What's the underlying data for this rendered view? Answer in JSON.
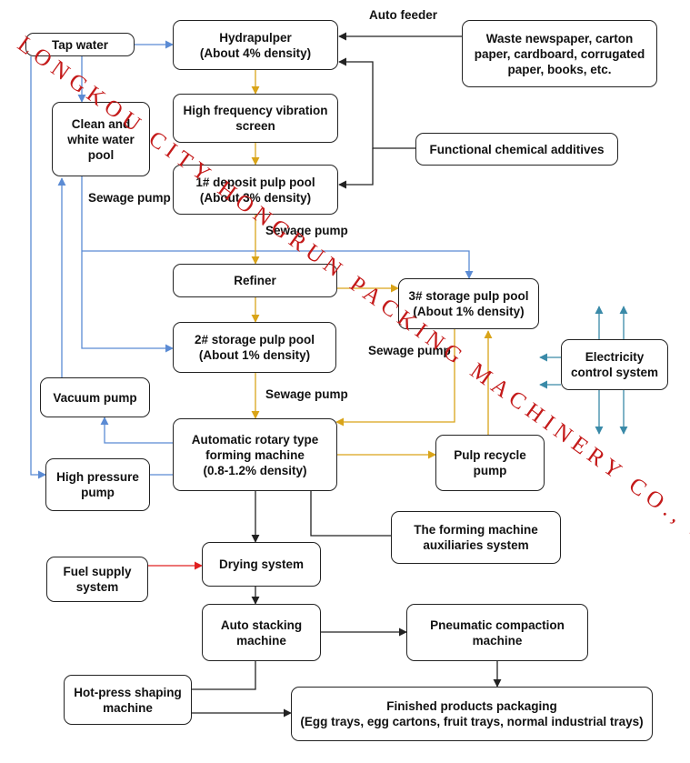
{
  "colors": {
    "blue": "#5b8bd4",
    "gold": "#d9a419",
    "black": "#222222",
    "red": "#e02020",
    "teal": "#3a8aa8",
    "watermark": "#c41a1a"
  },
  "watermark": "LONGKOU CITY HONGRUN PACKING MACHINERY CO., LTD.",
  "nodes": {
    "tap_water": [
      "Tap water"
    ],
    "hydrapulper": [
      "Hydrapulper",
      "(About 4% density)"
    ],
    "waste_paper": [
      "Waste newspaper, carton",
      "paper, cardboard, corrugated",
      "paper, books, etc."
    ],
    "clean_pool": [
      "Clean and",
      "white water",
      "pool"
    ],
    "hf_screen": [
      "High frequency vibration",
      "screen"
    ],
    "chem_additives": [
      "Functional chemical additives"
    ],
    "deposit_pool": [
      "1# deposit pulp pool",
      "(About 3% density)"
    ],
    "refiner": [
      "Refiner"
    ],
    "storage3": [
      "3# storage pulp pool",
      "(About 1% density)"
    ],
    "storage2": [
      "2# storage pulp pool",
      "(About 1% density)"
    ],
    "electricity": [
      "Electricity",
      "control system"
    ],
    "vacuum_pump": [
      "Vacuum pump"
    ],
    "forming_machine": [
      "Automatic rotary type",
      "forming machine",
      "(0.8-1.2% density)"
    ],
    "pulp_recycle": [
      "Pulp recycle",
      "pump"
    ],
    "high_pressure": [
      "High pressure",
      "pump"
    ],
    "auxiliaries": [
      "The forming machine",
      "auxiliaries system"
    ],
    "fuel_supply": [
      "Fuel supply",
      "system"
    ],
    "drying": [
      "Drying system"
    ],
    "auto_stacking": [
      "Auto stacking",
      "machine"
    ],
    "pneumatic": [
      "Pneumatic compaction",
      "machine"
    ],
    "hot_press": [
      "Hot-press shaping",
      "machine"
    ],
    "finished": [
      "Finished products packaging",
      "(Egg trays, egg cartons, fruit trays, normal industrial trays)"
    ]
  },
  "labels": {
    "auto_feeder": "Auto feeder",
    "sewage_pump_1": "Sewage pump",
    "sewage_pump_2": "Sewage pump",
    "sewage_pump_3": "Sewage pump",
    "sewage_pump_4": "Sewage pump"
  }
}
